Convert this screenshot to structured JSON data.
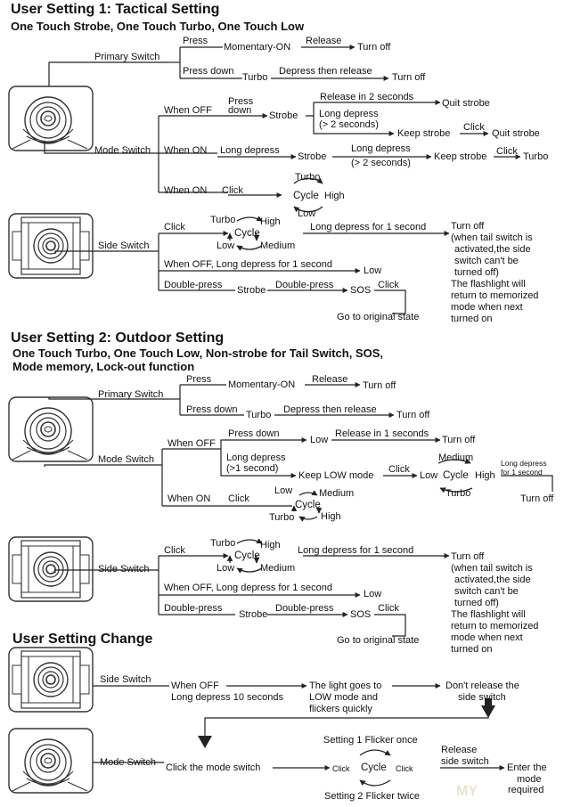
{
  "sections": {
    "s1_title": "User Setting 1: Tactical Setting",
    "s1_subtitle": "One Touch Strobe, One Touch Turbo, One Touch Low",
    "s2_title": "User Setting 2: Outdoor Setting",
    "s2_subtitle_1": "One Touch Turbo, One Touch Low, Non-strobe for Tail Switch, SOS,",
    "s2_subtitle_2": "Mode memory, Lock-out function",
    "s3_title": "User Setting Change"
  },
  "setting1": {
    "primary_switch": "Primary Switch",
    "press": "Press",
    "momentary_on": "Momentary-ON",
    "release": "Release",
    "turn_off": "Turn off",
    "press_down": "Press down",
    "turbo": "Turbo",
    "depress_then_release": "Depress then release",
    "mode_switch": "Mode Switch",
    "when_off": "When OFF",
    "press_down_2l": [
      "Press",
      "down"
    ],
    "strobe": "Strobe",
    "release_2s": "Release in 2 seconds",
    "quit_strobe": "Quit strobe",
    "long_depress_gt2": [
      "Long depress",
      "(> 2 seconds)"
    ],
    "keep_strobe": "Keep strobe",
    "click": "Click",
    "when_on": "When ON",
    "long_depress": "Long depress",
    "long_depress_2": [
      "Long depress",
      "(> 2 seconds)"
    ],
    "cycle": "Cycle",
    "high": "High",
    "low": "Low",
    "medium": "Medium",
    "side_switch": "Side Switch",
    "long_depress_1s": "Long depress for 1 second",
    "when_off_long_1s": "When OFF, Long depress for 1 second",
    "double_press": "Double-press",
    "sos": "SOS",
    "go_original": "Go to original state",
    "note_lines": [
      "Turn off",
      "(when tail switch is",
      "activated,the side",
      "switch can't be",
      "turned off)",
      "The flashlight will",
      "return to memorized",
      "mode when next",
      "turned on"
    ]
  },
  "setting2": {
    "primary_switch": "Primary Switch",
    "press": "Press",
    "momentary_on": "Momentary-ON",
    "release": "Release",
    "turn_off": "Turn off",
    "press_down": "Press down",
    "turbo": "Turbo",
    "depress_then_release": "Depress then release",
    "mode_switch": "Mode Switch",
    "when_off": "When OFF",
    "low": "Low",
    "release_1s": "Release in 1 seconds",
    "long_depress_gt1": [
      "Long depress",
      "(>1 second)"
    ],
    "keep_low": "Keep LOW mode",
    "click": "Click",
    "medium": "Medium",
    "cycle": "Cycle",
    "high": "High",
    "long_depress_1s_small": [
      "Long depress",
      "for 1 second"
    ],
    "when_on": "When ON",
    "side_switch": "Side Switch",
    "long_depress_1s": "Long depress for 1 second",
    "when_off_long_1s": "When OFF, Long depress for 1 second",
    "double_press": "Double-press",
    "strobe": "Strobe",
    "sos": "SOS",
    "go_original": "Go to original state",
    "note_lines": [
      "Turn off",
      "(when tail switch is",
      "activated,the side",
      "switch can't be",
      "turned off)",
      "The flashlight will",
      "return to memorized",
      "mode when next",
      "turned on"
    ]
  },
  "change": {
    "side_switch": "Side Switch",
    "when_off": "When OFF",
    "long_depress_10": "Long depress 10 seconds",
    "light_goes": [
      "The light goes to",
      "LOW mode and",
      "flickers quickly"
    ],
    "dont_release": [
      "Don't release the",
      "side switch"
    ],
    "mode_switch": "Mode Switch",
    "click_mode": "Click the mode switch",
    "setting1_flicker": "Setting 1  Flicker once",
    "setting2_flicker": "Setting 2 Flicker twice",
    "click": "Click",
    "cycle": "Cycle",
    "release_side": [
      "Release",
      "side switch"
    ],
    "enter_mode": [
      "Enter the",
      "mode",
      "required"
    ]
  },
  "watermark": "MY",
  "colors": {
    "ink": "#111111",
    "line": "#222222",
    "device": "#333333",
    "watermark": "#d9d0b8"
  }
}
